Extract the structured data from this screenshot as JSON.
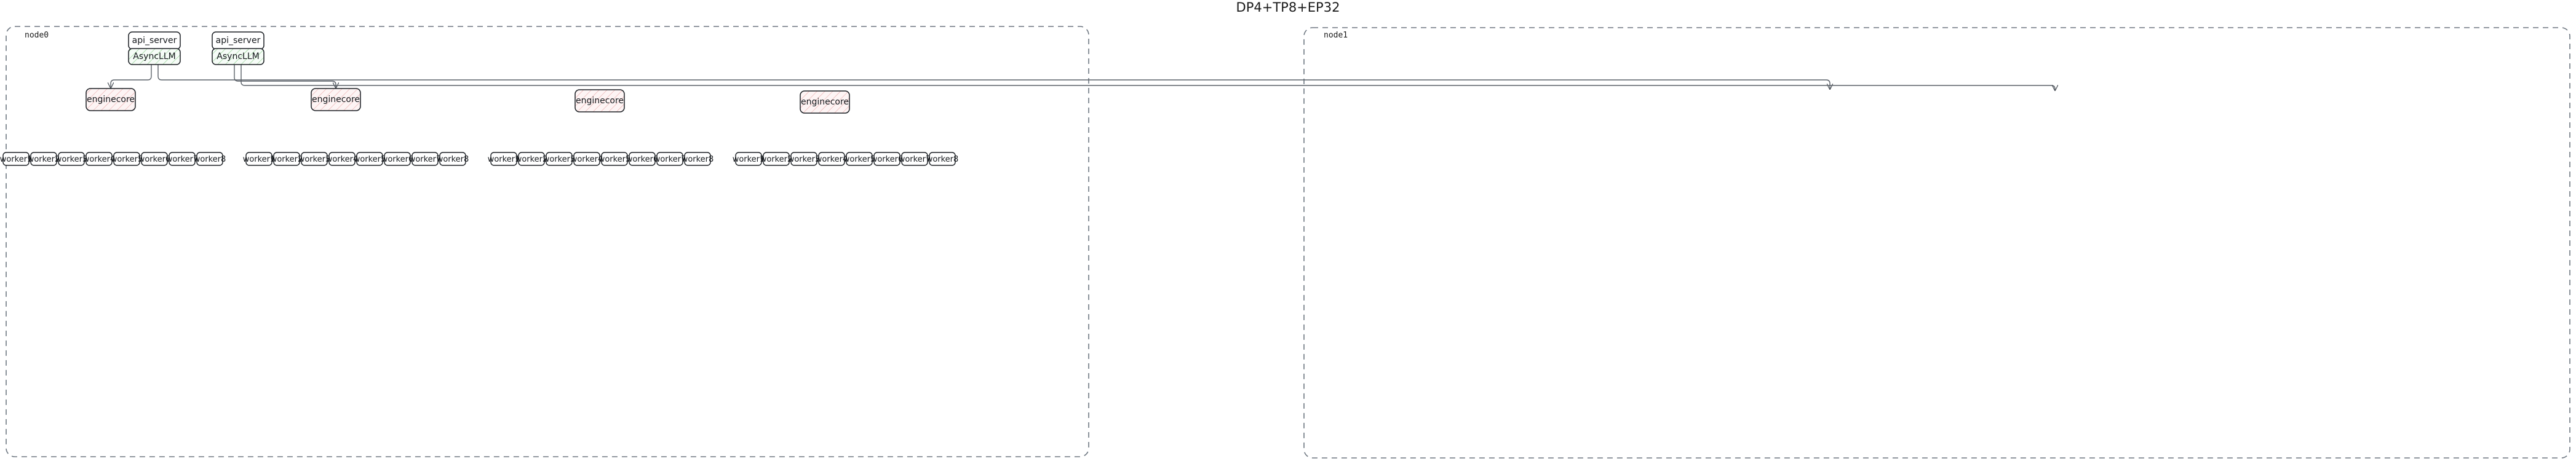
{
  "title": "DP4+TP8+EP32",
  "colors": {
    "background": "#ffffff",
    "stroke": "#1b1f24",
    "container_border": "#6e7781",
    "asyncllm_hatch": "#7ec97e",
    "asyncllm_fill": "#f2fbf3",
    "enginecore_hatch": "#e9a3a3",
    "enginecore_fill": "#fdf2f2",
    "plain_fill": "#ffffff",
    "edge": "#5a6068",
    "title_color": "#1a1a1a"
  },
  "diagram": {
    "type": "architecture-graph",
    "layout": "two-node-cluster",
    "nodes": [
      {
        "id": "node0",
        "label": "node0",
        "api_servers": [
          {
            "label": "api_server",
            "engine_label": "AsyncLLM"
          },
          {
            "label": "api_server",
            "engine_label": "AsyncLLM"
          }
        ],
        "enginecores": [
          {
            "label": "enginecore"
          },
          {
            "label": "enginecore"
          }
        ],
        "worker_groups": [
          {
            "workers": [
              "worker1",
              "worker2",
              "worker3",
              "worker4",
              "worker5",
              "worker6",
              "worker7",
              "worker8"
            ]
          },
          {
            "workers": [
              "worker1",
              "worker2",
              "worker3",
              "worker4",
              "worker5",
              "worker6",
              "worker7",
              "worker8"
            ]
          }
        ]
      },
      {
        "id": "node1",
        "label": "node1",
        "api_servers": [],
        "enginecores": [
          {
            "label": "enginecore"
          },
          {
            "label": "enginecore"
          }
        ],
        "worker_groups": [
          {
            "workers": [
              "worker1",
              "worker2",
              "worker3",
              "worker4",
              "worker5",
              "worker6",
              "worker7",
              "worker8"
            ]
          },
          {
            "workers": [
              "worker1",
              "worker2",
              "worker3",
              "worker4",
              "worker5",
              "worker6",
              "worker7",
              "worker8"
            ]
          }
        ]
      }
    ],
    "edges": [
      {
        "from": "node0.asyncllm.0",
        "to": "node0.enginecore.0"
      },
      {
        "from": "node0.asyncllm.0",
        "to": "node1.enginecore.0"
      },
      {
        "from": "node0.asyncllm.1",
        "to": "node0.enginecore.1"
      },
      {
        "from": "node0.asyncllm.1",
        "to": "node1.enginecore.1"
      }
    ],
    "counts": {
      "data_parallel": 4,
      "tensor_parallel": 8,
      "expert_parallel": 32,
      "api_servers": 2,
      "enginecores_total": 4,
      "workers_per_group": 8,
      "worker_groups_total": 4
    }
  }
}
